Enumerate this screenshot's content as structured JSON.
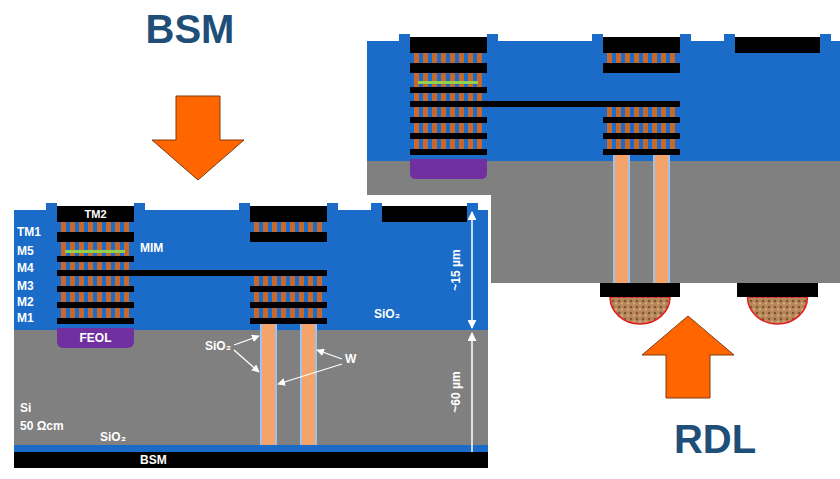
{
  "diagram": {
    "nodes": [
      {
        "text": [
          "TM2"
        ]
      },
      {
        "text": [
          "FEOL"
        ]
      },
      {
        "text": [
          "BSM"
        ]
      }
    ],
    "labels": [
      "BSM",
      "TM1",
      "M5",
      "MIM",
      "M4",
      "M3",
      "M2",
      "M1",
      "SiO₂",
      "SiO₂",
      "W",
      "~15 µm",
      "~60 µm",
      "Si",
      "50 Ωcm",
      "SiO₂",
      "RDL"
    ]
  }
}
